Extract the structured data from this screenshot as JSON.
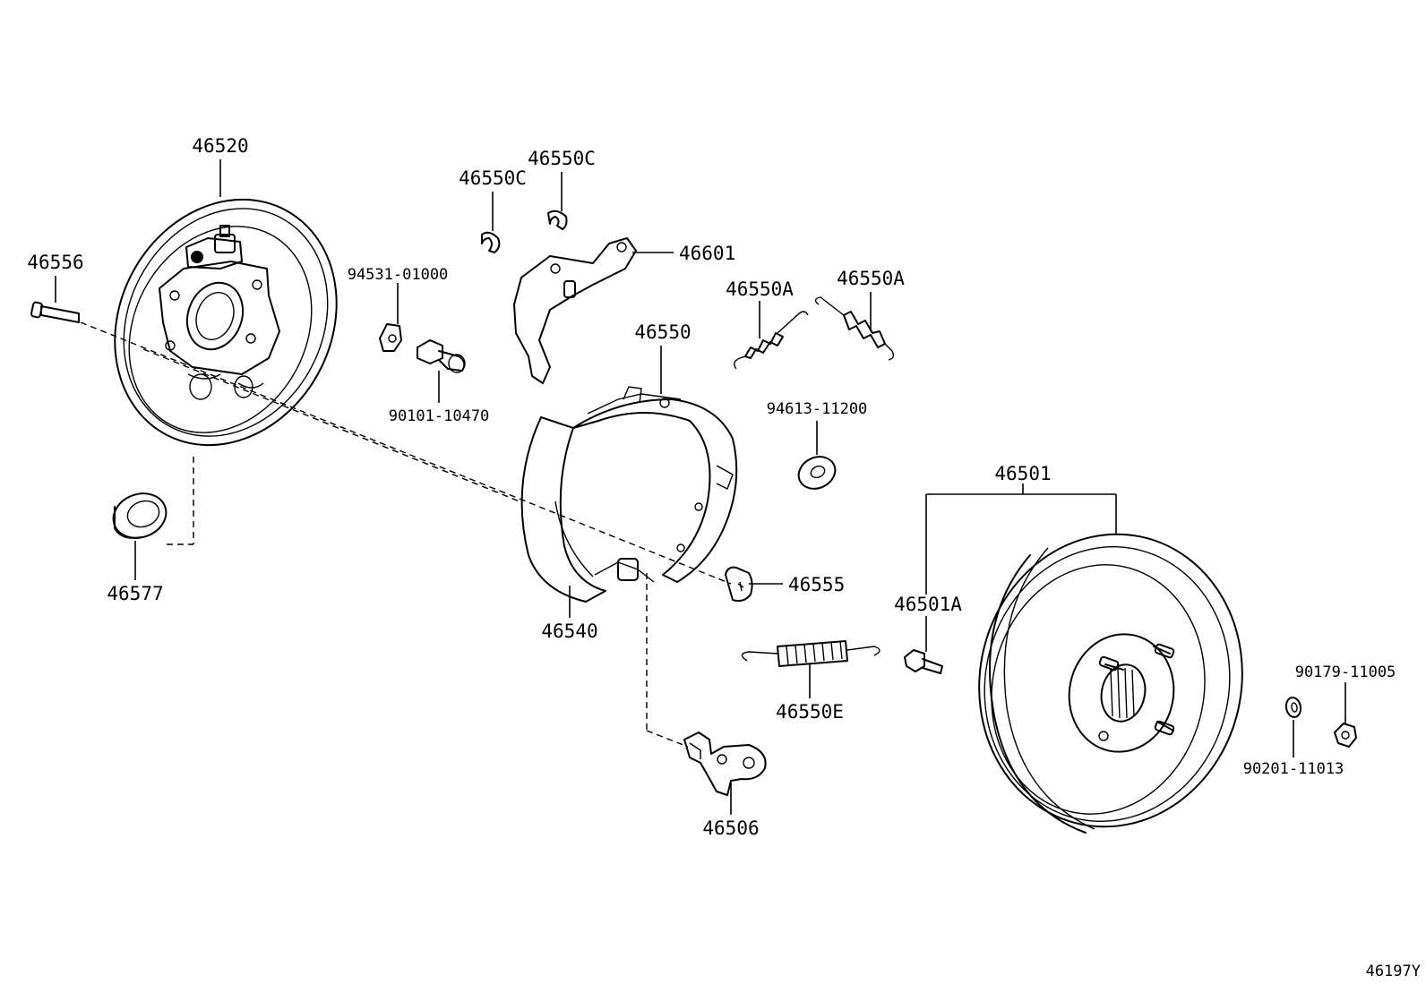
{
  "diagram_code": "46197Y",
  "part_labels": {
    "p46520": "46520",
    "p46556": "46556",
    "p46577": "46577",
    "p94531": "94531-01000",
    "p90101": "90101-10470",
    "p46550C_1": "46550C",
    "p46550C_2": "46550C",
    "p46601": "46601",
    "p46550A_1": "46550A",
    "p46550A_2": "46550A",
    "p46550": "46550",
    "p94613": "94613-11200",
    "p46540": "46540",
    "p46555": "46555",
    "p46550E": "46550E",
    "p46506": "46506",
    "p46501": "46501",
    "p46501A": "46501A",
    "p90179": "90179-11005",
    "p90201": "90201-11013"
  }
}
